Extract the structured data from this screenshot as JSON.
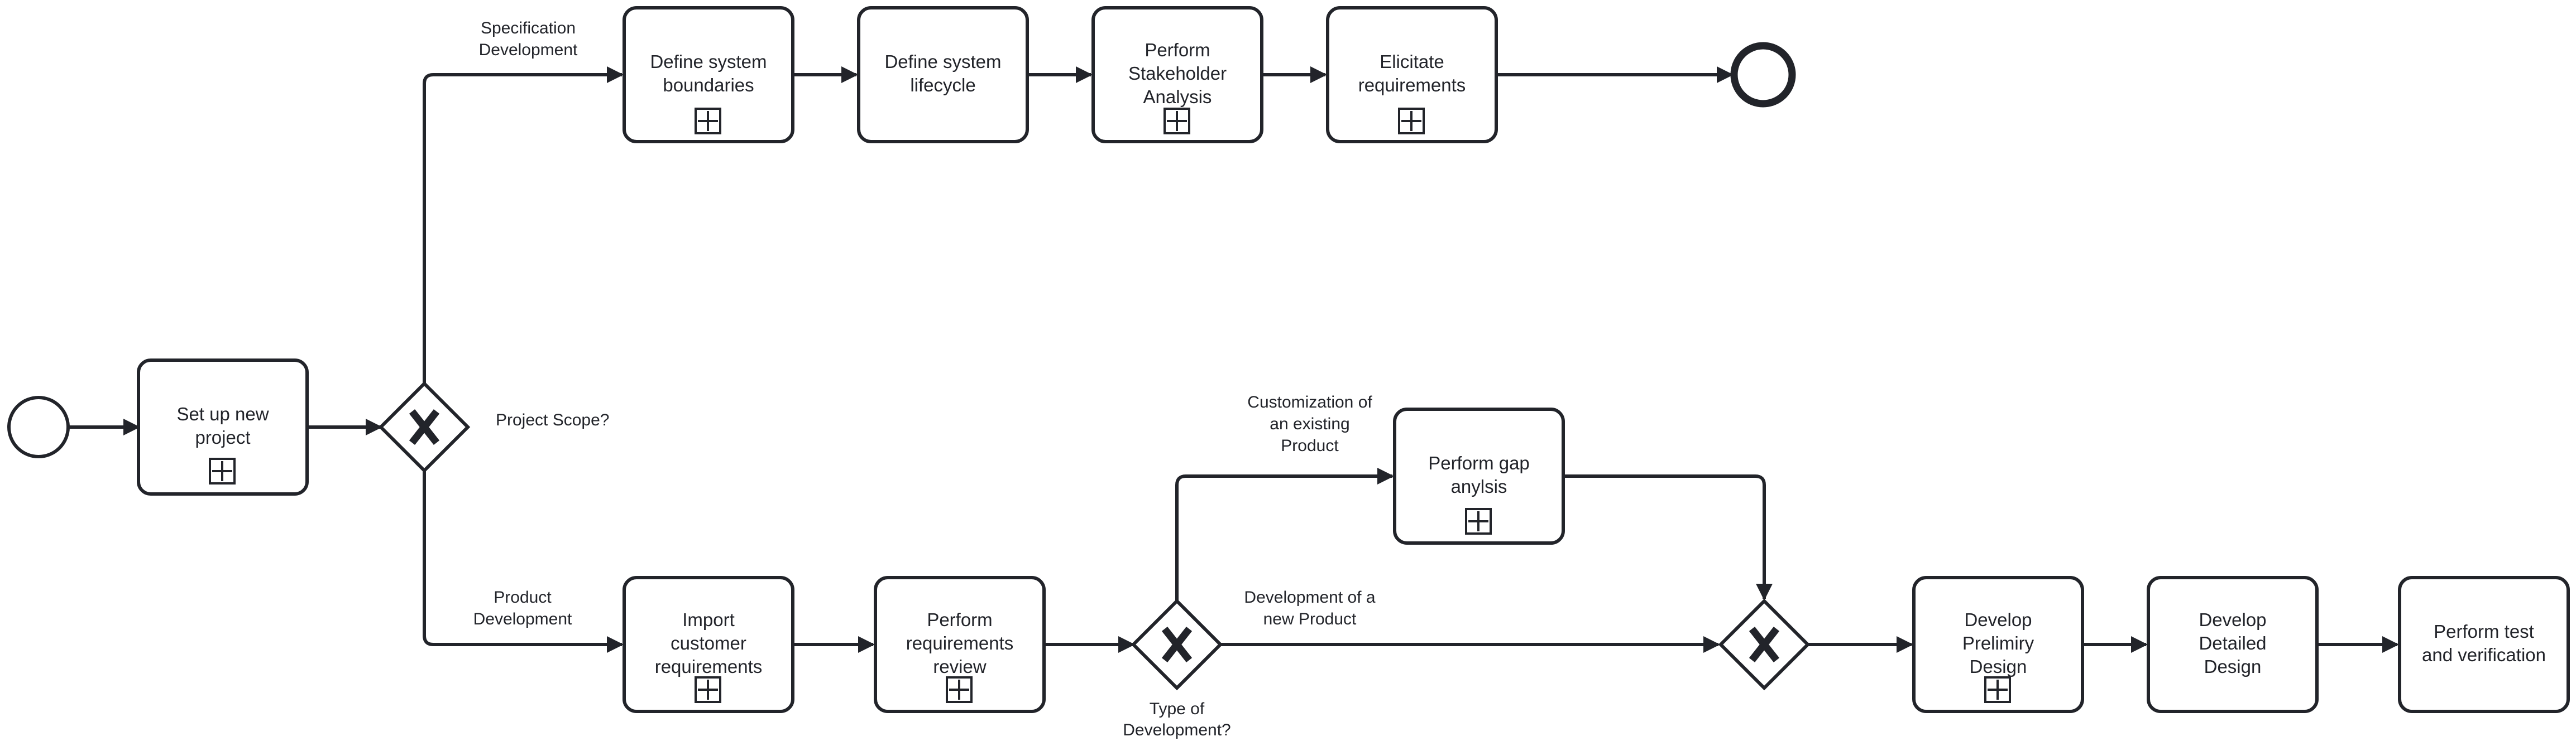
{
  "colors": {
    "stroke": "#22242a",
    "fill": "#ffffff"
  },
  "tasks": {
    "setup": [
      "Set up new",
      "project"
    ],
    "define_boundaries": [
      "Define system",
      "boundaries"
    ],
    "define_lifecycle": [
      "Define system",
      "lifecycle"
    ],
    "stakeholder": [
      "Perform",
      "Stakeholder",
      "Analysis"
    ],
    "elicit": [
      "Elicitate",
      "requirements"
    ],
    "import": [
      "Import",
      "customer",
      "requirements"
    ],
    "review": [
      "Perform",
      "requirements",
      "review"
    ],
    "gap": [
      "Perform gap",
      "anylsis"
    ],
    "preliminary": [
      "Develop",
      "Prelimiry",
      "Design"
    ],
    "detailed": [
      "Develop",
      "Detailed",
      "Design"
    ],
    "test": [
      "Perform test",
      "and verification"
    ]
  },
  "labels": {
    "spec_dev": [
      "Specification",
      "Development"
    ],
    "project_scope": [
      "Project Scope?"
    ],
    "product_dev": [
      "Product",
      "Development"
    ],
    "customization": [
      "Customization of",
      "an existing",
      "Product"
    ],
    "new_product": [
      "Development of a",
      "new Product"
    ],
    "type_of_dev": [
      "Type of",
      "Development?"
    ]
  },
  "icons": {
    "subprocess": "subprocess-plus-icon",
    "gateway": "exclusive-gateway-x-icon"
  }
}
